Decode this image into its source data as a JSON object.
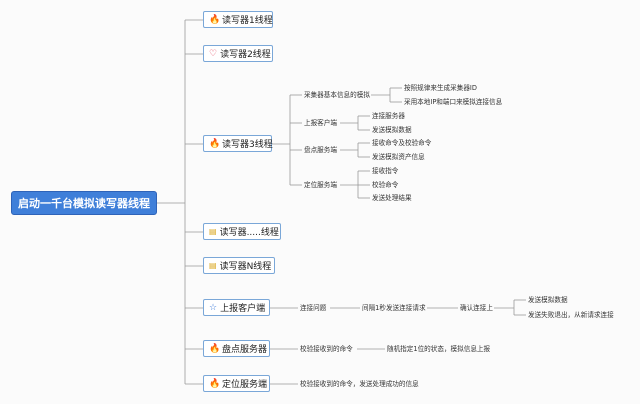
{
  "root": {
    "label": "启动一千台模拟读写器线程"
  },
  "branches": [
    {
      "label": "读写器1线程",
      "icon": "fire-icon"
    },
    {
      "label": "读写器2线程",
      "icon": "heart-icon"
    },
    {
      "label": "读写器3线程",
      "icon": "fire-icon"
    },
    {
      "label": "读写器.....线程",
      "icon": "note-icon"
    },
    {
      "label": "读写器N线程",
      "icon": "note-icon"
    },
    {
      "label": "上报客户端",
      "icon": "star-icon"
    },
    {
      "label": "盘点服务器",
      "icon": "fire-icon"
    },
    {
      "label": "定位服务端",
      "icon": "fire-icon"
    }
  ],
  "reader3": {
    "groups": [
      {
        "label": "采集器基本信息的模拟",
        "items": [
          "按照规律来生成采集器ID",
          "采用本地IP和端口来模拟连接信息"
        ]
      },
      {
        "label": "上报客户端",
        "items": [
          "连接服务器",
          "发送模拟数据"
        ]
      },
      {
        "label": "盘点服务端",
        "items": [
          "接收命令及校验命令",
          "发送模拟资产信息"
        ]
      },
      {
        "label": "定位服务端",
        "items": [
          "接收指令",
          "校验命令",
          "发送处理结果"
        ]
      }
    ]
  },
  "report_client": {
    "step1": "连接问题",
    "step2": "间隔1秒发送连接请求",
    "step3": "确认连接上",
    "items": [
      "发送模拟数据",
      "发送失败退出，从新请求连接"
    ]
  },
  "inventory_server": {
    "step1": "校验接收到的命令",
    "step2": "随机指定1位的状态，模拟信息上报"
  },
  "location_server": {
    "step1": "校验接收到的命令，发送处理成功的信息"
  }
}
